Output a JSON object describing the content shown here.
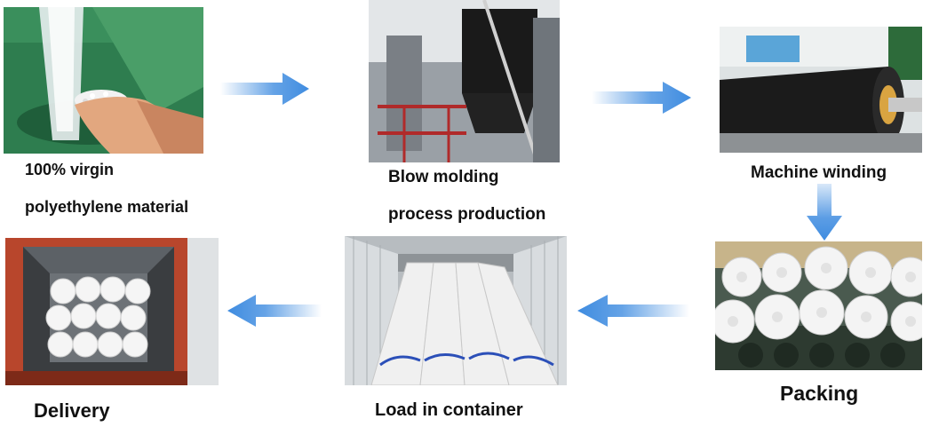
{
  "steps": [
    {
      "id": "material",
      "lines": [
        "100% virgin",
        "polyethylene material"
      ]
    },
    {
      "id": "blow",
      "lines": [
        "Blow molding",
        "process production"
      ]
    },
    {
      "id": "winding",
      "lines": [
        "Machine winding"
      ]
    },
    {
      "id": "packing",
      "lines": [
        "Packing"
      ]
    },
    {
      "id": "load",
      "lines": [
        "Load in container"
      ]
    },
    {
      "id": "delivery",
      "lines": [
        "Delivery"
      ]
    }
  ],
  "arrow_color": "#3f8ce0",
  "arrow_directions": [
    "right",
    "right",
    "down",
    "left",
    "left"
  ]
}
